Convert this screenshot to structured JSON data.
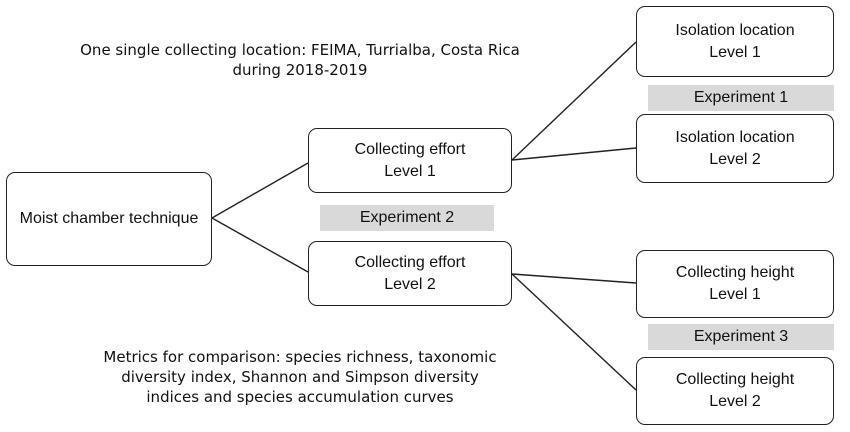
{
  "header_note": {
    "line1": "One single collecting location: FEIMA, Turrialba, Costa Rica",
    "line2": "during 2018-2019"
  },
  "root": {
    "label": "Moist chamber technique"
  },
  "effort_level_1": {
    "line1": "Collecting effort",
    "line2": "Level 1"
  },
  "effort_level_2": {
    "line1": "Collecting effort",
    "line2": "Level 2"
  },
  "isolation_level_1": {
    "line1": "Isolation location",
    "line2": "Level 1"
  },
  "isolation_level_2": {
    "line1": "Isolation location",
    "line2": "Level 2"
  },
  "height_level_1": {
    "line1": "Collecting height",
    "line2": "Level 1"
  },
  "height_level_2": {
    "line1": "Collecting height",
    "line2": "Level 2"
  },
  "experiments": {
    "experiment_1": "Experiment 1",
    "experiment_2": "Experiment 2",
    "experiment_3": "Experiment 3"
  },
  "metrics_note": {
    "line1": "Metrics for comparison: species richness, taxonomic",
    "line2": "diversity index, Shannon and Simpson diversity",
    "line3": "indices and species accumulation curves"
  },
  "colors": {
    "band": "#d9d9d9",
    "stroke": "#222222"
  }
}
